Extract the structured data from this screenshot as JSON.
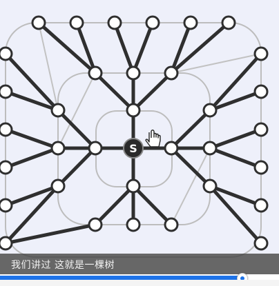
{
  "root_label": "S",
  "caption": "我们讲过 这就是一棵树",
  "progress": 0.87,
  "colors": {
    "background": "#eef0fa",
    "edge": "#2f2f2f",
    "grid": "#bdbdbd",
    "node_fill": "#ffffff",
    "node_stroke": "#2f2f2f",
    "root_fill": "#2a2a2a",
    "accent": "#1e73e8"
  }
}
